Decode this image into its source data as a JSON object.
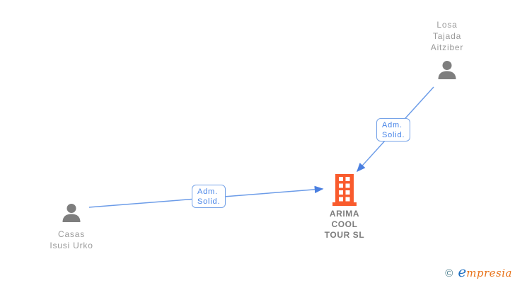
{
  "diagram": {
    "nodes": {
      "person_top": {
        "type": "person",
        "label_lines": [
          "Losa",
          "Tajada",
          "Aitziber"
        ]
      },
      "person_bottom": {
        "type": "person",
        "label_lines": [
          "Casas",
          "Isusi Urko"
        ]
      },
      "company": {
        "type": "company",
        "label_lines": [
          "ARIMA",
          "COOL",
          "TOUR SL"
        ]
      }
    },
    "edges": {
      "top": {
        "from": "Losa Tajada Aitziber",
        "to": "ARIMA COOL TOUR SL",
        "label_lines": [
          "Adm.",
          "Solid."
        ]
      },
      "bottom": {
        "from": "Casas Isusi Urko",
        "to": "ARIMA COOL TOUR SL",
        "label_lines": [
          "Adm.",
          "Solid."
        ]
      }
    },
    "colors": {
      "edge_line": "#6c9ce8",
      "edge_arrowhead": "#4a7fe0",
      "edge_label_border": "#76a3e8",
      "edge_label_text": "#4a86e8",
      "person_icon": "#7e7e7e",
      "person_label": "#9a9a9a",
      "company_icon": "#f95b2d",
      "company_label": "#7d7d7d",
      "background": "#ffffff"
    }
  },
  "footer": {
    "copyright_symbol": "©",
    "brand_initial": "e",
    "brand_rest": "mpresia"
  }
}
